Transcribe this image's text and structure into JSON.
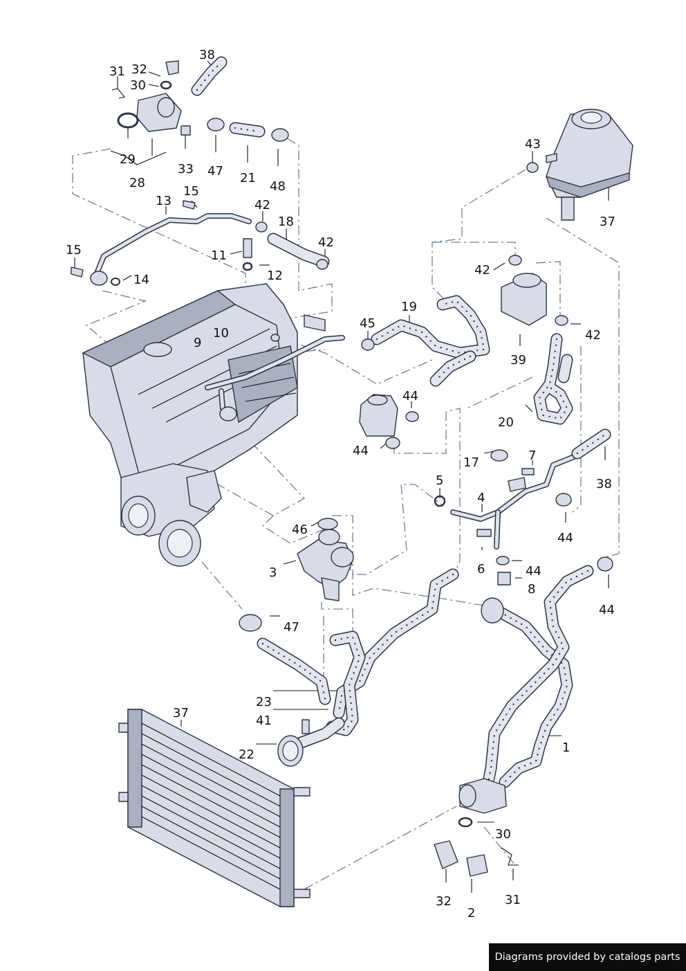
{
  "footer": {
    "credit": "Diagrams provided by catalogs parts"
  },
  "callouts": {
    "c31a": "31",
    "c32a": "32",
    "c38a": "38",
    "c30a": "30",
    "c29": "29",
    "c33": "33",
    "c47a": "47",
    "c21": "21",
    "c48": "48",
    "c28": "28",
    "c43": "43",
    "c37a": "37",
    "c13": "13",
    "c15a": "15",
    "c42a": "42",
    "c18": "18",
    "c42b": "42",
    "c11": "11",
    "c12": "12",
    "c15b": "15",
    "c14": "14",
    "c42c": "42",
    "c19": "19",
    "c45": "45",
    "c42d": "42",
    "c10": "10",
    "c9": "9",
    "c39": "39",
    "c44a": "44",
    "c20": "20",
    "c44b": "44",
    "c17": "17",
    "c7": "7",
    "c38b": "38",
    "c5": "5",
    "c4": "4",
    "c46": "46",
    "c44c": "44",
    "c3": "3",
    "c6": "6",
    "c44d": "44",
    "c8": "8",
    "c44e": "44",
    "c47b": "47",
    "c23": "23",
    "c41": "41",
    "c37b": "37",
    "c22": "22",
    "c1": "1",
    "c30b": "30",
    "c32b": "32",
    "c31b": "31",
    "c2": "2"
  }
}
